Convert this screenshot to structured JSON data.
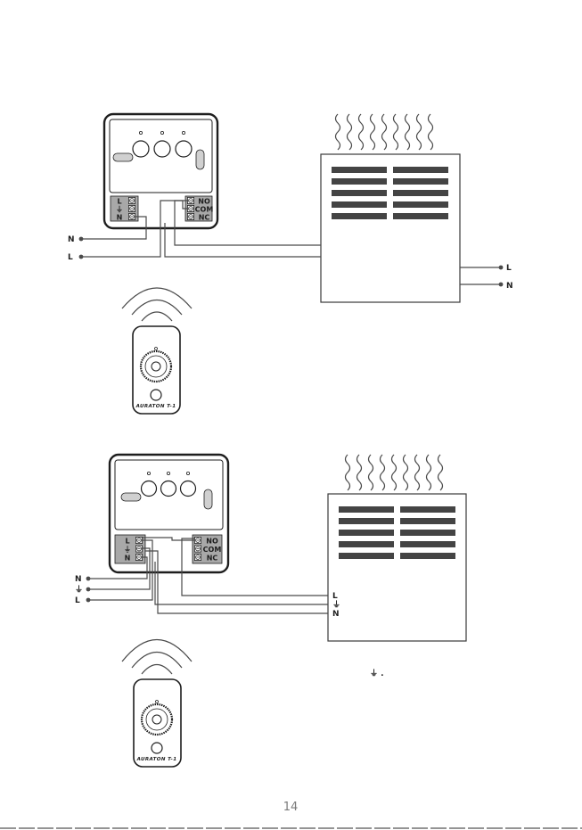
{
  "diagram1": {
    "receiver_terminals_left": [
      "L",
      "⏚",
      "N"
    ],
    "receiver_terminals_right": [
      "NO",
      "COM",
      "NC"
    ],
    "supply_labels": [
      "N",
      "L"
    ],
    "heater_supply_labels": [
      "L",
      "N"
    ]
  },
  "diagram2": {
    "receiver_terminals_left": [
      "L",
      "⏚",
      "N"
    ],
    "receiver_terminals_right": [
      "NO",
      "COM",
      "NC"
    ],
    "supply_labels": [
      "N",
      "⏚",
      "L"
    ],
    "heater_terminal_labels": [
      "L",
      "⏚",
      "N"
    ],
    "note": "⏚ ."
  },
  "remote_brand": "AURATON T-1",
  "page_number": "14"
}
